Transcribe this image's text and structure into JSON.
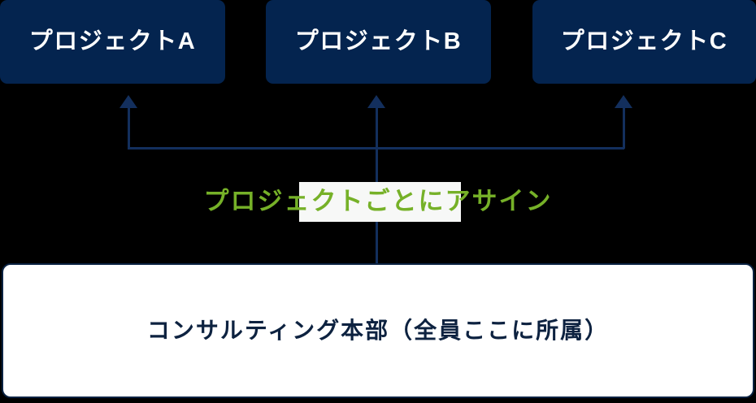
{
  "diagram": {
    "projects": [
      {
        "id": "a",
        "label": "プロジェクトA"
      },
      {
        "id": "b",
        "label": "プロジェクトB"
      },
      {
        "id": "c",
        "label": "プロジェクトC"
      }
    ],
    "caption": "プロジェクトごとにアサイン",
    "department": {
      "label": "コンサルティング本部（全員ここに所属）"
    },
    "colors": {
      "box_fill": "#04244f",
      "box_text": "#ffffff",
      "caption_text": "#76b128",
      "caption_mask": "#f7f8f7",
      "connector": "#132f5d",
      "department_border": "#0b2343",
      "department_fill": "#ffffff",
      "department_text": "#0d2240",
      "background": "#000000"
    }
  }
}
